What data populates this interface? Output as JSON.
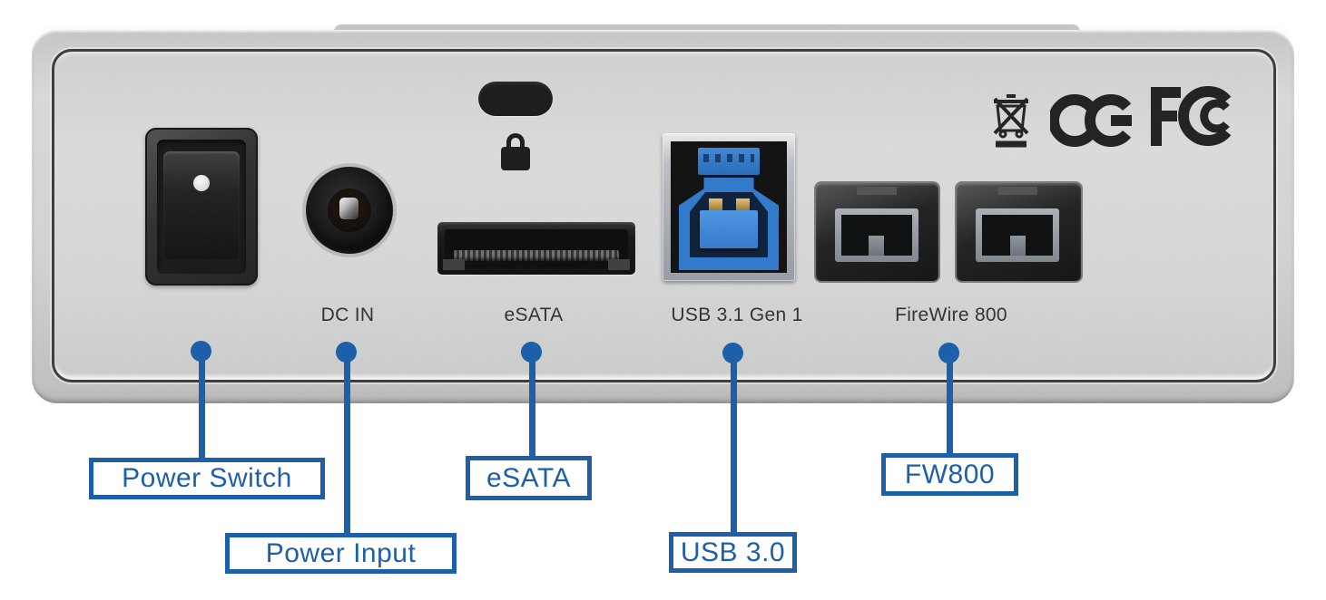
{
  "device": {
    "port_labels": {
      "dc_in": "DC IN",
      "esata": "eSATA",
      "usb": "USB 3.1 Gen 1",
      "firewire": "FireWire 800"
    },
    "certification_icons": [
      "weee-bin-icon",
      "ce-mark-icon",
      "fcc-mark-icon"
    ]
  },
  "callouts": [
    {
      "id": "power-switch",
      "label": "Power Switch"
    },
    {
      "id": "power-input",
      "label": "Power Input"
    },
    {
      "id": "esata",
      "label": "eSATA"
    },
    {
      "id": "usb-3-0",
      "label": "USB 3.0"
    },
    {
      "id": "fw800",
      "label": "FW800"
    }
  ],
  "colors": {
    "callout_blue": "#1e5fa9",
    "usb_blue": "#2b77cc",
    "panel_silver": "#d6d7d8",
    "port_black": "#111111"
  }
}
